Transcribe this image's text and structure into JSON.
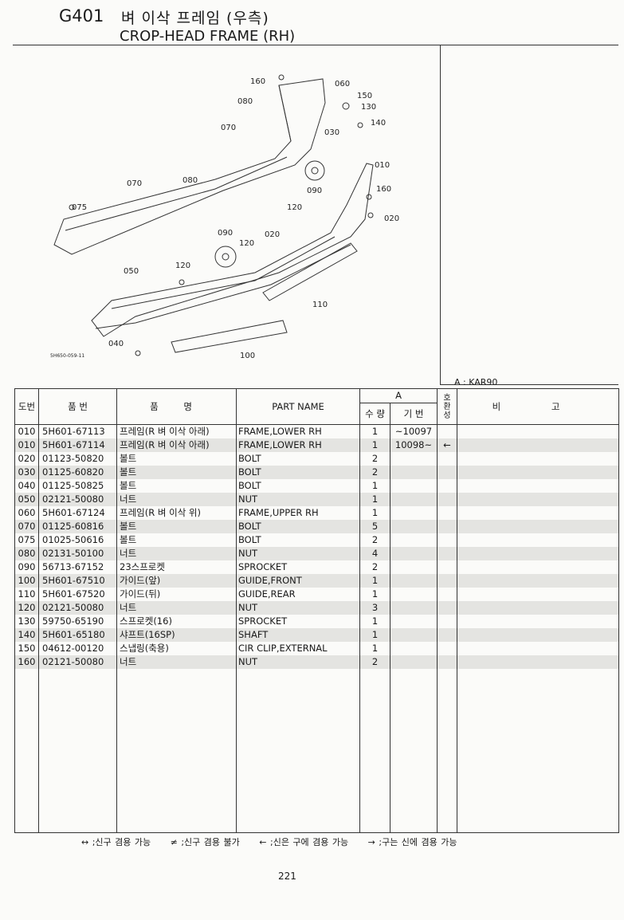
{
  "header": {
    "code": "G401",
    "title_kr": "벼 이삭 프레임 (우측)",
    "title_en": "CROP-HEAD FRAME (RH)"
  },
  "diagram": {
    "ref": "5H650-059-11",
    "callouts": [
      "010",
      "020",
      "020",
      "030",
      "040",
      "050",
      "060",
      "070",
      "070",
      "075",
      "080",
      "080",
      "090",
      "090",
      "100",
      "110",
      "120",
      "120",
      "120",
      "130",
      "140",
      "150",
      "160",
      "160"
    ]
  },
  "model_note": "A : KAR90",
  "table": {
    "headers": {
      "no": "도번",
      "part_no": "품 번",
      "name_kr": "품 명",
      "part_name": "PART NAME",
      "group": "A",
      "qty": "수 량",
      "base": "기 번",
      "compat": "호환성",
      "remarks": "비 고"
    },
    "rows": [
      {
        "no": "010",
        "part_no": "5H601-67113",
        "name_kr": "프레임(R 벼 이삭 아래)",
        "name_en": "FRAME,LOWER RH",
        "qty": "1",
        "base": "~10097",
        "compat": ""
      },
      {
        "no": "010",
        "part_no": "5H601-67114",
        "name_kr": "프레임(R 벼 이삭 아래)",
        "name_en": "FRAME,LOWER RH",
        "qty": "1",
        "base": "10098~",
        "compat": "←"
      },
      {
        "no": "020",
        "part_no": "01123-50820",
        "name_kr": "볼트",
        "name_en": "BOLT",
        "qty": "2",
        "base": "",
        "compat": ""
      },
      {
        "no": "030",
        "part_no": "01125-60820",
        "name_kr": "볼트",
        "name_en": "BOLT",
        "qty": "2",
        "base": "",
        "compat": ""
      },
      {
        "no": "040",
        "part_no": "01125-50825",
        "name_kr": "볼트",
        "name_en": "BOLT",
        "qty": "1",
        "base": "",
        "compat": ""
      },
      {
        "no": "050",
        "part_no": "02121-50080",
        "name_kr": "너트",
        "name_en": "NUT",
        "qty": "1",
        "base": "",
        "compat": ""
      },
      {
        "no": "060",
        "part_no": "5H601-67124",
        "name_kr": "프레임(R 벼 이삭 위)",
        "name_en": "FRAME,UPPER RH",
        "qty": "1",
        "base": "",
        "compat": ""
      },
      {
        "no": "070",
        "part_no": "01125-60816",
        "name_kr": "볼트",
        "name_en": "BOLT",
        "qty": "5",
        "base": "",
        "compat": ""
      },
      {
        "no": "075",
        "part_no": "01025-50616",
        "name_kr": "볼트",
        "name_en": "BOLT",
        "qty": "2",
        "base": "",
        "compat": ""
      },
      {
        "no": "080",
        "part_no": "02131-50100",
        "name_kr": "너트",
        "name_en": "NUT",
        "qty": "4",
        "base": "",
        "compat": ""
      },
      {
        "no": "090",
        "part_no": "56713-67152",
        "name_kr": "23스프로켓",
        "name_en": "SPROCKET",
        "qty": "2",
        "base": "",
        "compat": ""
      },
      {
        "no": "100",
        "part_no": "5H601-67510",
        "name_kr": "가이드(앞)",
        "name_en": "GUIDE,FRONT",
        "qty": "1",
        "base": "",
        "compat": ""
      },
      {
        "no": "110",
        "part_no": "5H601-67520",
        "name_kr": "가이드(뒤)",
        "name_en": "GUIDE,REAR",
        "qty": "1",
        "base": "",
        "compat": ""
      },
      {
        "no": "120",
        "part_no": "02121-50080",
        "name_kr": "너트",
        "name_en": "NUT",
        "qty": "3",
        "base": "",
        "compat": ""
      },
      {
        "no": "130",
        "part_no": "59750-65190",
        "name_kr": "스프로켓(16)",
        "name_en": "SPROCKET",
        "qty": "1",
        "base": "",
        "compat": ""
      },
      {
        "no": "140",
        "part_no": "5H601-65180",
        "name_kr": "샤프트(16SP)",
        "name_en": "SHAFT",
        "qty": "1",
        "base": "",
        "compat": ""
      },
      {
        "no": "150",
        "part_no": "04612-00120",
        "name_kr": "스냅링(축용)",
        "name_en": "CIR CLIP,EXTERNAL",
        "qty": "1",
        "base": "",
        "compat": ""
      },
      {
        "no": "160",
        "part_no": "02121-50080",
        "name_kr": "너트",
        "name_en": "NUT",
        "qty": "2",
        "base": "",
        "compat": ""
      }
    ]
  },
  "legend": [
    "↔ ;신구 겸용 가능",
    "≠ ;신구 겸용 불가",
    "← ;신은 구에 겸용 가능",
    "→ ;구는 신에 겸용 가능"
  ],
  "page_number": "221"
}
